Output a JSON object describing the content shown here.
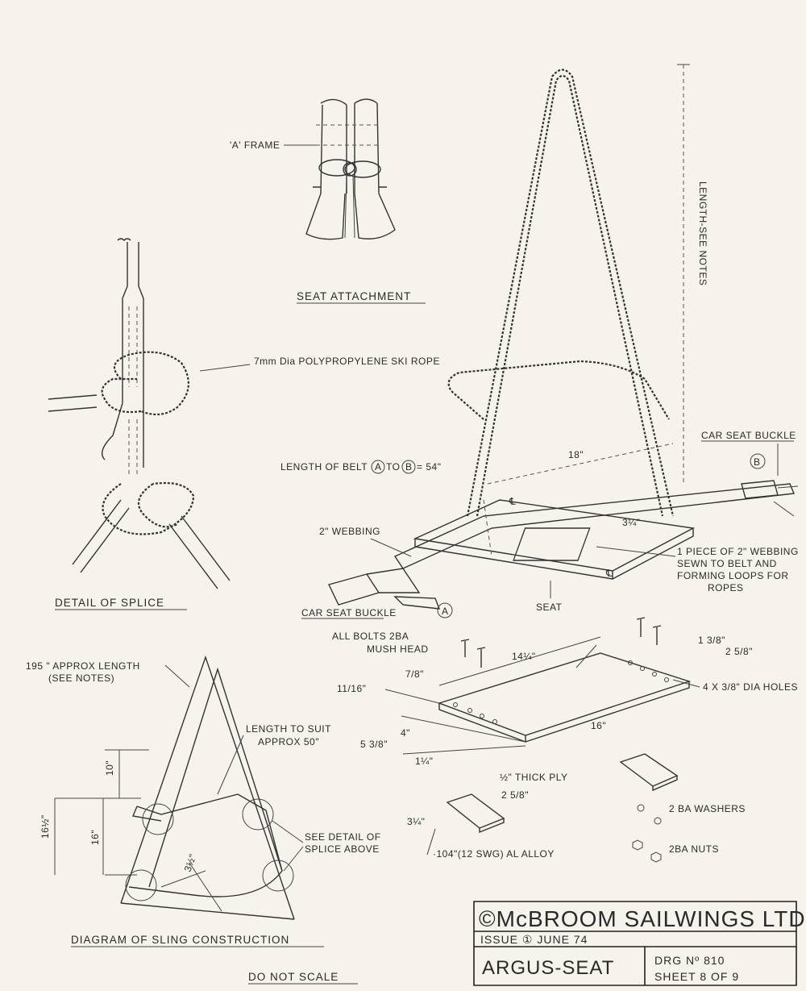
{
  "labels": {
    "a_frame": "'A' FRAME",
    "seat_attachment": "SEAT ATTACHMENT",
    "rope": "7mm Dia POLYPROPYLENE SKI ROPE",
    "length_see_notes": "LENGTH-SEE NOTES",
    "car_seat_buckle_right": "CAR SEAT BUCKLE",
    "marker_b": "B",
    "length_of_belt": "LENGTH OF BELT",
    "belt_a": "A",
    "belt_to": "TO",
    "belt_b": "B",
    "belt_value": "= 54\"",
    "dim_18": "18\"",
    "dim_3_quarter": "3¼\"",
    "webbing_2": "2\" WEBBING",
    "piece_line1": "1 PIECE OF 2\" WEBBING",
    "piece_line2": "SEWN TO BELT AND",
    "piece_line3": "FORMING LOOPS FOR",
    "piece_line4": "ROPES",
    "centre_mark": "℄",
    "detail_of_splice": "DETAIL OF SPLICE",
    "car_seat_buckle_left": "CAR SEAT BUCKLE",
    "marker_a": "A",
    "seat": "SEAT",
    "all_bolts_line1": "ALL BOLTS 2BA",
    "all_bolts_line2": "MUSH HEAD",
    "approx_length_line1": "195 \" APPROX LENGTH",
    "approx_length_line2": "(SEE NOTES)",
    "dim_7_8": "7/8\"",
    "dim_14_quarter": "14¼\"",
    "dim_1_3_8": "1 3/8\"",
    "dim_2_5_8_top": "2 5/8\"",
    "dim_11_16": "11/16\"",
    "holes": "4 X 3/8\" DIA HOLES",
    "length_to_suit_line1": "LENGTH TO SUIT",
    "length_to_suit_line2": "APPROX 50\"",
    "dim_4": "4\"",
    "dim_16_seat": "16\"",
    "dim_5_3_8": "5 3/8\"",
    "dim_10": "10\"",
    "dim_1_quarter": "1¼\"",
    "thick_ply": "½\" THICK PLY",
    "dim_2_5_8_lower": "2 5/8\"",
    "dim_16_half": "16½\"",
    "dim_16_sling": "16\"",
    "washers": "2 BA WASHERS",
    "dim_3_quarter_lower": "3¼\"",
    "see_detail_line1": "SEE DETAIL OF",
    "see_detail_line2": "SPLICE ABOVE",
    "alloy": "·104\"(12 SWG) AL ALLOY",
    "nuts": "2BA NUTS",
    "dim_3_half": "3½\"",
    "diagram_of_sling": "DIAGRAM OF SLING CONSTRUCTION",
    "do_not_scale": "DO NOT SCALE"
  },
  "title_block": {
    "company": "©McBROOM SAILWINGS LTD",
    "issue": "ISSUE ① JUNE 74",
    "name": "ARGUS-SEAT",
    "drg": "DRG Nº 810",
    "sheet": "SHEET 8 OF 9"
  }
}
